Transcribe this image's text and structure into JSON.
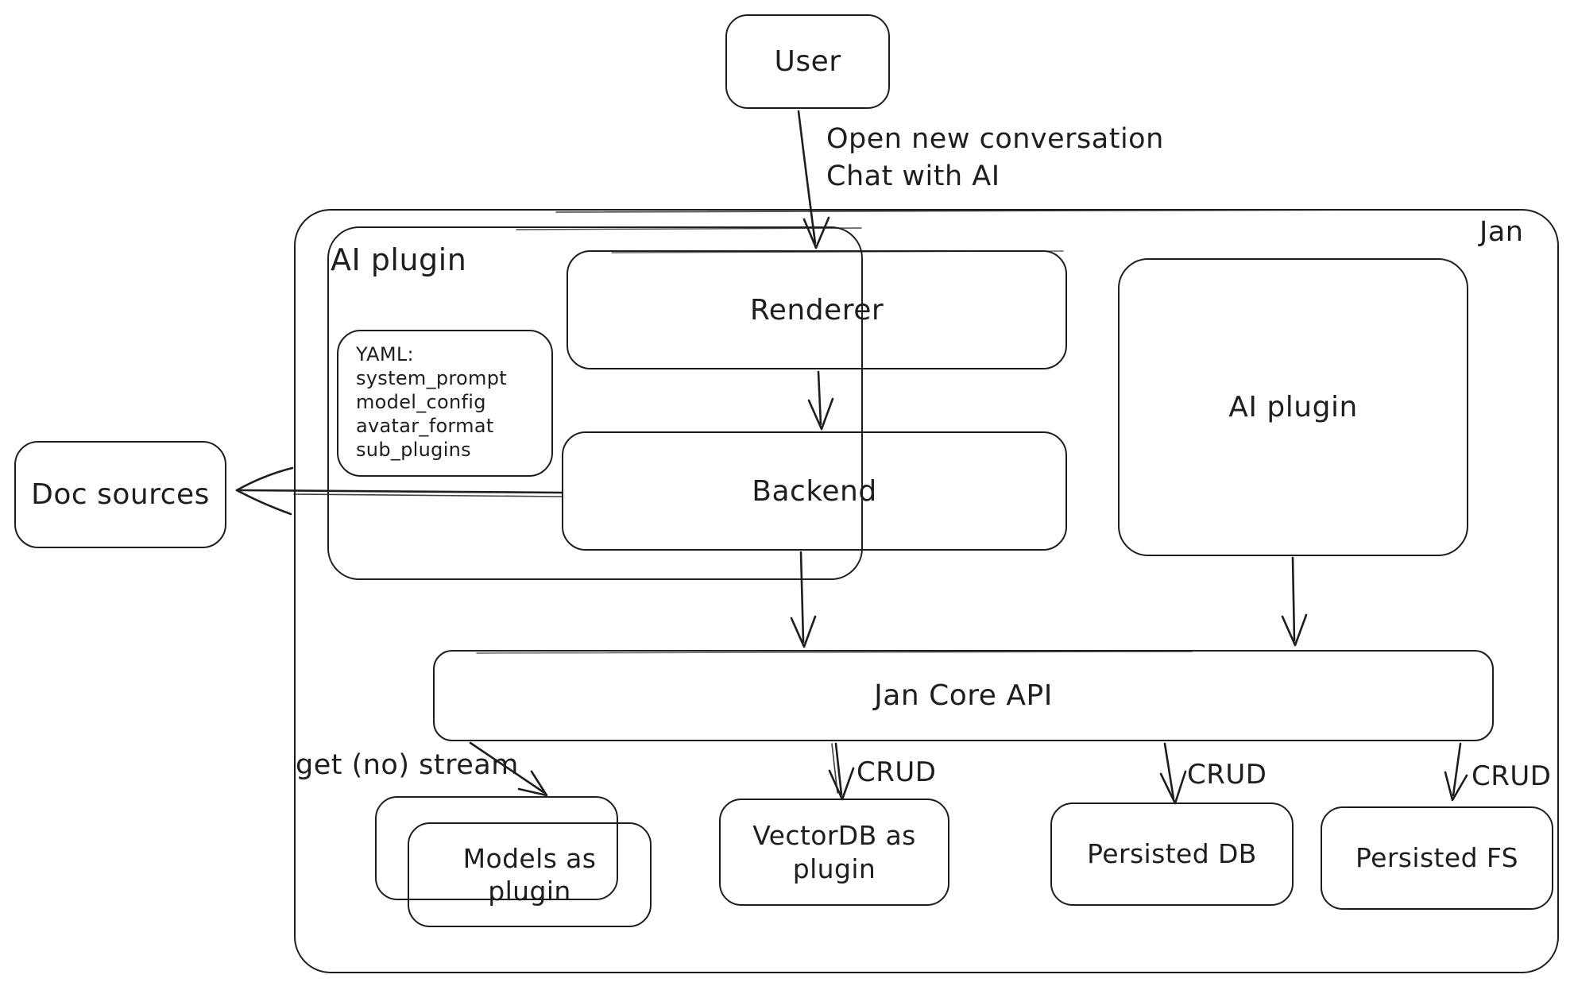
{
  "canvas": {
    "background": "#ffffff",
    "stroke_color": "#1e1e1e"
  },
  "nodes": {
    "user": {
      "label": "User"
    },
    "jan_container": {
      "label": "Jan"
    },
    "ai_plugin_left": {
      "label": "AI plugin"
    },
    "renderer": {
      "label": "Renderer"
    },
    "yaml_note": {
      "lines": [
        "YAML:",
        "system_prompt",
        "model_config",
        "avatar_format",
        "sub_plugins"
      ]
    },
    "backend": {
      "label": "Backend"
    },
    "ai_plugin_right": {
      "label": "AI plugin"
    },
    "doc_sources": {
      "label": "Doc sources"
    },
    "jan_core_api": {
      "label": "Jan Core API"
    },
    "models": {
      "line1": "Models as",
      "line2": "plugin"
    },
    "vectordb": {
      "line1": "VectorDB as",
      "line2": "plugin"
    },
    "persisted_db": {
      "label": "Persisted DB"
    },
    "persisted_fs": {
      "label": "Persisted FS"
    }
  },
  "edge_labels": {
    "user_action_line1": "Open new conversation",
    "user_action_line2": "Chat with AI",
    "get_stream": "get (no) stream",
    "crud_vectordb": "CRUD",
    "crud_persisted_db": "CRUD",
    "crud_persisted_fs": "CRUD"
  }
}
